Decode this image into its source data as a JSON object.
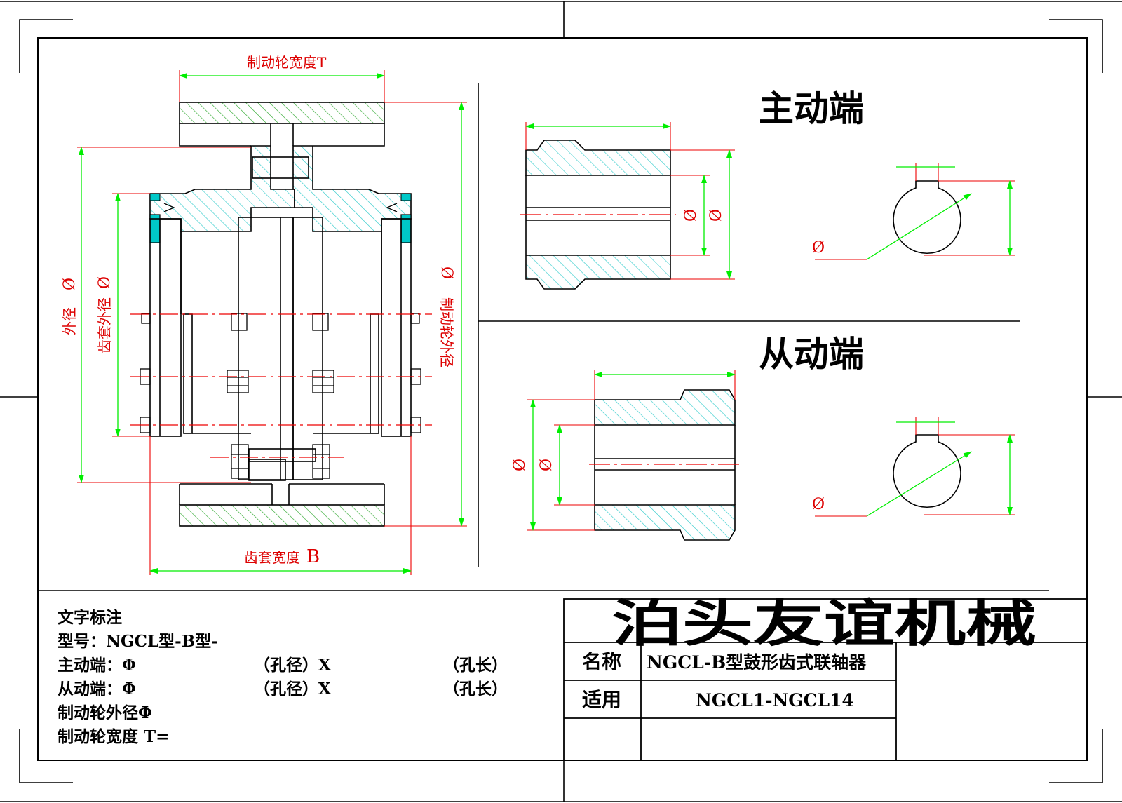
{
  "views": {
    "driving_end": "主动端",
    "driven_end": "从动端"
  },
  "dimensions": {
    "brake_wheel_width": "制动轮宽度T",
    "gear_sleeve_width": "齿套宽度",
    "gear_sleeve_width_symbol": "B",
    "outer_diameter": "外径",
    "gear_sleeve_outer_diameter": "齿套外径",
    "brake_wheel_outer_diameter": "制动轮外径",
    "diameter_symbol": "Ø"
  },
  "notes": {
    "heading": "文字标注",
    "model": "型号：NGCL型-B型-",
    "driving_label": "主动端：Φ",
    "driven_label": "从动端：Φ",
    "bore_diameter": "（孔径）X",
    "bore_length": "（孔长）",
    "brake_od": "制动轮外径Φ",
    "brake_width": "制动轮宽度 T="
  },
  "title_block": {
    "company": "泊头友谊机械",
    "name_label": "名称",
    "name_value": "NGCL-B型鼓形齿式联轴器",
    "applicable_label": "适用",
    "applicable_value": "NGCL1-NGCL14"
  },
  "colors": {
    "outline": "#000000",
    "dimension": "#00ee00",
    "label": "#dd0000",
    "hatch_cyan": "#33cccc",
    "hatch_green": "#33aa33",
    "fill_cyan": "#00c8c8"
  }
}
